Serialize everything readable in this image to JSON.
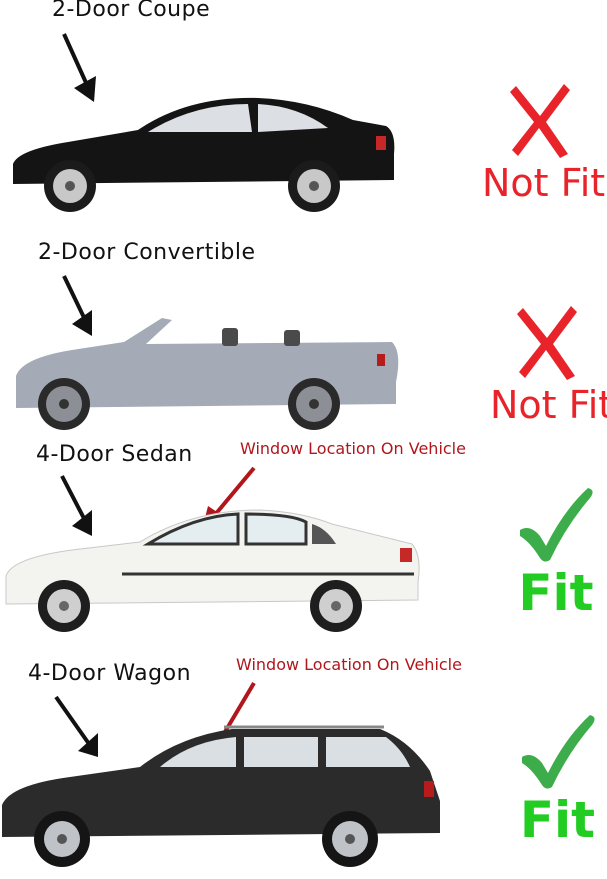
{
  "colors": {
    "not_fit": "#e8242a",
    "fit_check": "#3cad4a",
    "fit_text": "#22cc22",
    "callout": "#b0161c",
    "label": "#111111"
  },
  "vehicles": [
    {
      "label": "2-Door Coupe",
      "body_color": "#141414",
      "status": "Not Fit",
      "status_icon": "x-mark-icon",
      "callout": ""
    },
    {
      "label": "2-Door Convertible",
      "body_color": "#a4abb6",
      "status": "Not Fit",
      "status_icon": "x-mark-icon",
      "callout": ""
    },
    {
      "label": "4-Door Sedan",
      "body_color": "#f3f3ef",
      "status": "Fit",
      "status_icon": "check-mark-icon",
      "callout": "Window Location On Vehicle"
    },
    {
      "label": "4-Door Wagon",
      "body_color": "#2b2b2b",
      "status": "Fit",
      "status_icon": "check-mark-icon",
      "callout": "Window Location On Vehicle"
    }
  ]
}
